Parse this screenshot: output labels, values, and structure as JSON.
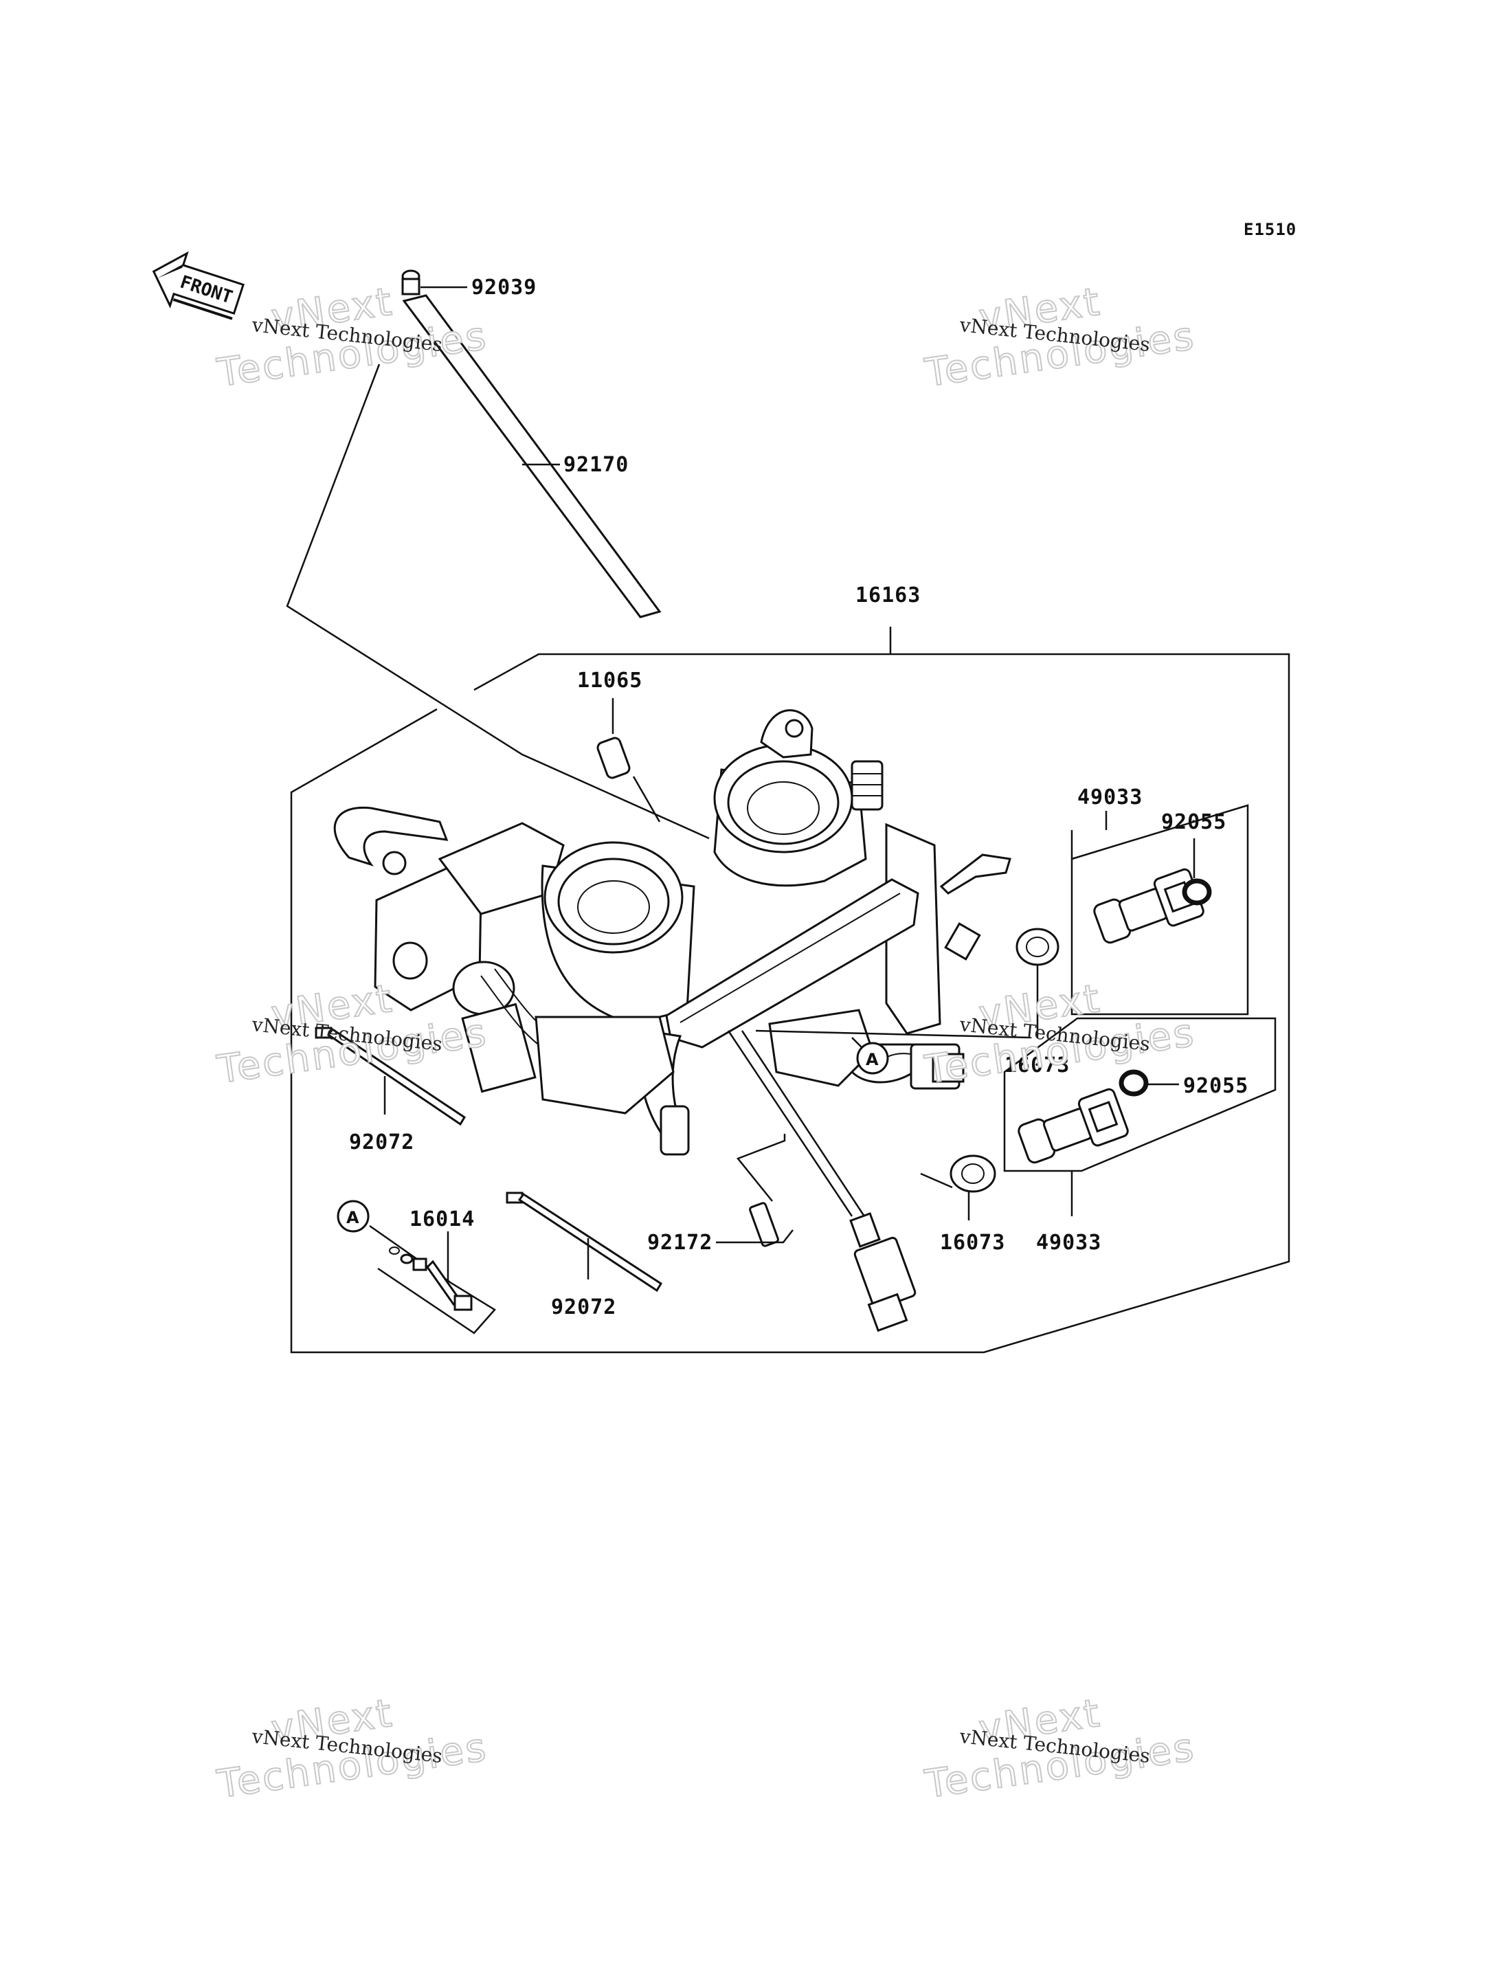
{
  "diagram": {
    "code": "E1510",
    "front_label": "FRONT",
    "callout_letter": "A",
    "parts": [
      {
        "id": "92039"
      },
      {
        "id": "92170"
      },
      {
        "id": "16163"
      },
      {
        "id": "11065"
      },
      {
        "id": "49033"
      },
      {
        "id": "92055"
      },
      {
        "id": "16073"
      },
      {
        "id": "92055"
      },
      {
        "id": "16073"
      },
      {
        "id": "49033"
      },
      {
        "id": "92072"
      },
      {
        "id": "16014"
      },
      {
        "id": "92072"
      },
      {
        "id": "92172"
      }
    ],
    "watermark": {
      "line_small": "vNext Technologies",
      "line_big_1": "vNext",
      "line_big_2": "Technologies"
    }
  }
}
